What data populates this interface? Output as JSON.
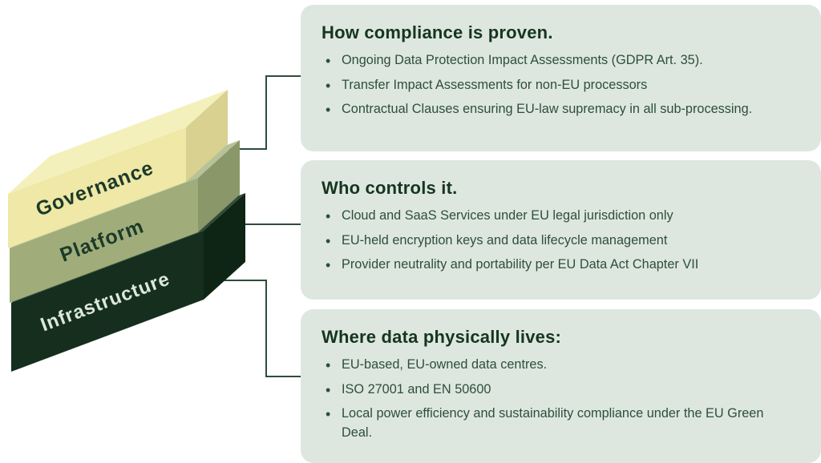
{
  "colors": {
    "background": "#ffffff",
    "panel_bg": "#dde7e0",
    "heading": "#16351f",
    "body": "#2e4e3b"
  },
  "stack": {
    "connector_color": "#2d4c3a",
    "layers": [
      {
        "label": "Governance",
        "top": "#f4f0bc",
        "front": "#efe8a6",
        "side": "#d8d190",
        "text_color": "#1c3a2a"
      },
      {
        "label": "Platform",
        "top": "#b7c29a",
        "front": "#a0ad7a",
        "side": "#8a9768",
        "text_color": "#1c3a2a"
      },
      {
        "label": "Infrastructure",
        "top": "#2f4d39",
        "front": "#152e1e",
        "side": "#0e2415",
        "text_color": "#dce8d8"
      }
    ]
  },
  "panels": [
    {
      "title": "How compliance is proven.",
      "bullets": [
        "Ongoing Data Protection Impact Assessments (GDPR Art. 35).",
        "Transfer Impact Assessments for non-EU processors",
        "Contractual Clauses ensuring EU-law supremacy in all sub-processing."
      ]
    },
    {
      "title": "Who controls it.",
      "bullets": [
        "Cloud and SaaS Services under EU legal jurisdiction only",
        "EU-held encryption keys and data lifecycle management",
        "Provider neutrality and portability per EU Data Act Chapter VII"
      ]
    },
    {
      "title": "Where data physically lives:",
      "bullets": [
        "EU-based, EU-owned data centres.",
        "ISO 27001 and EN 50600",
        "Local power efficiency and sustainability compliance under the EU Green Deal."
      ]
    }
  ]
}
